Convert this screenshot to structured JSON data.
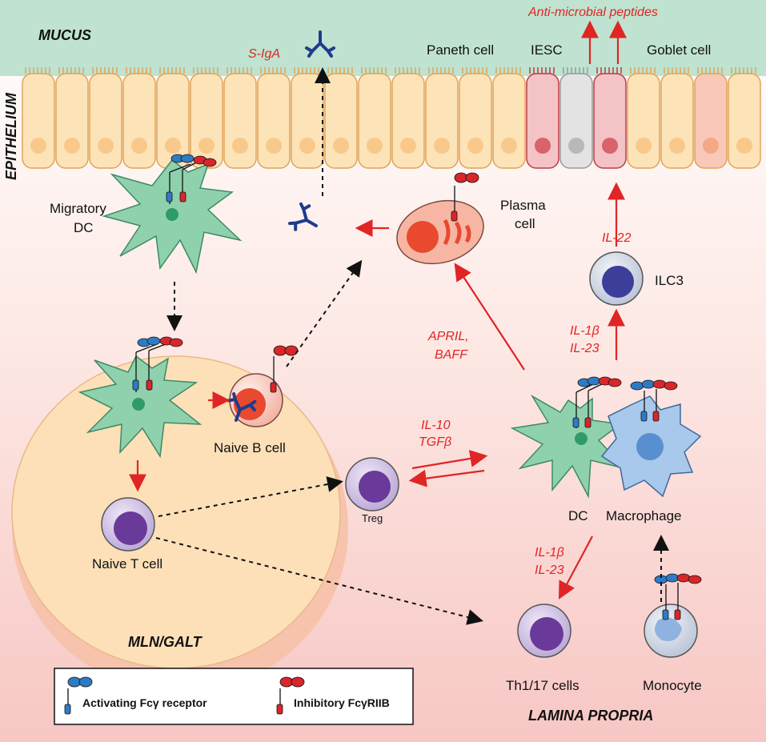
{
  "regions": {
    "mucus": "MUCUS",
    "epithelium": "EPITHELIUM",
    "mln_galt": "MLN/GALT",
    "lamina_propria": "LAMINA PROPRIA"
  },
  "cells": {
    "paneth": "Paneth cell",
    "iesc": "IESC",
    "goblet": "Goblet cell",
    "migratory_dc_line1": "Migratory",
    "migratory_dc_line2": "DC",
    "plasma_line1": "Plasma",
    "plasma_line2": "cell",
    "ilc3": "ILC3",
    "naive_b": "Naive B cell",
    "naive_t": "Naive T cell",
    "treg": "Treg",
    "dc": "DC",
    "macrophage": "Macrophage",
    "th": "Th1/17 cells",
    "monocyte": "Monocyte"
  },
  "signals": {
    "amp": "Anti-microbial peptides",
    "siga": "S-IgA",
    "il22": "IL-22",
    "il1b_a": "IL-1β",
    "il23_a": "IL-23",
    "april": "APRIL,",
    "baff": "BAFF",
    "il10": "IL-10",
    "tgfb": "TGFβ",
    "il1b_b": "IL-1β",
    "il23_b": "IL-23"
  },
  "legend": {
    "activating": "Activating Fcγ receptor",
    "inhibitory": "Inhibitory FcγRIIB"
  },
  "colors": {
    "mucus": "#bfe3d0",
    "epithelium": "#fde3b8",
    "activating": "#2e7bc4",
    "inhibitory": "#d9262b",
    "signal": "#e02525",
    "dc": "#5fbf8f",
    "igA": "#1f3b8c"
  }
}
